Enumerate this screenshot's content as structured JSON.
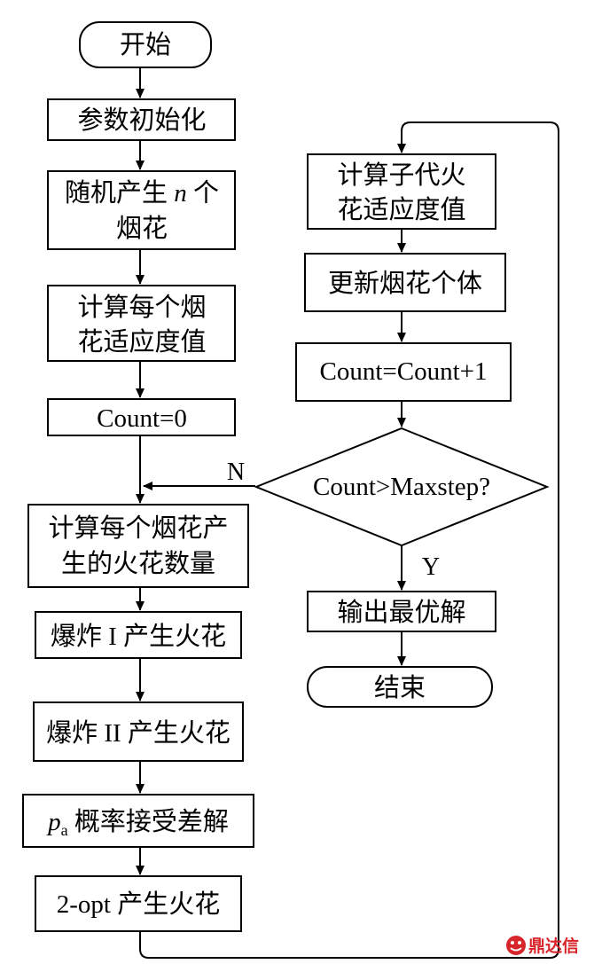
{
  "nodes": {
    "start": "开始",
    "init": "参数初始化",
    "gen_line1": "随机产生",
    "gen_var": "n",
    "gen_line1_tail": "个",
    "gen_line2": "烟花",
    "fit_line1": "计算每个烟",
    "fit_line2": "花适应度值",
    "count0": "Count=0",
    "spark_line1": "计算每个烟花产",
    "spark_line2": "生的火花数量",
    "exp1": "爆炸 I 产生火花",
    "exp2": "爆炸 II 产生火花",
    "pa_var": "p",
    "pa_sub": "a",
    "pa_rest": "概率接受差解",
    "opt2": "2-opt 产生火花",
    "child_line1": "计算子代火",
    "child_line2": "花适应度值",
    "update": "更新烟花个体",
    "inc": "Count=Count+1",
    "decision": "Count>Maxstep?",
    "output": "输出最优解",
    "end": "结束"
  },
  "labels": {
    "no": "N",
    "yes": "Y"
  },
  "watermark": {
    "text": "鼎达信",
    "color": "#d7262b"
  }
}
